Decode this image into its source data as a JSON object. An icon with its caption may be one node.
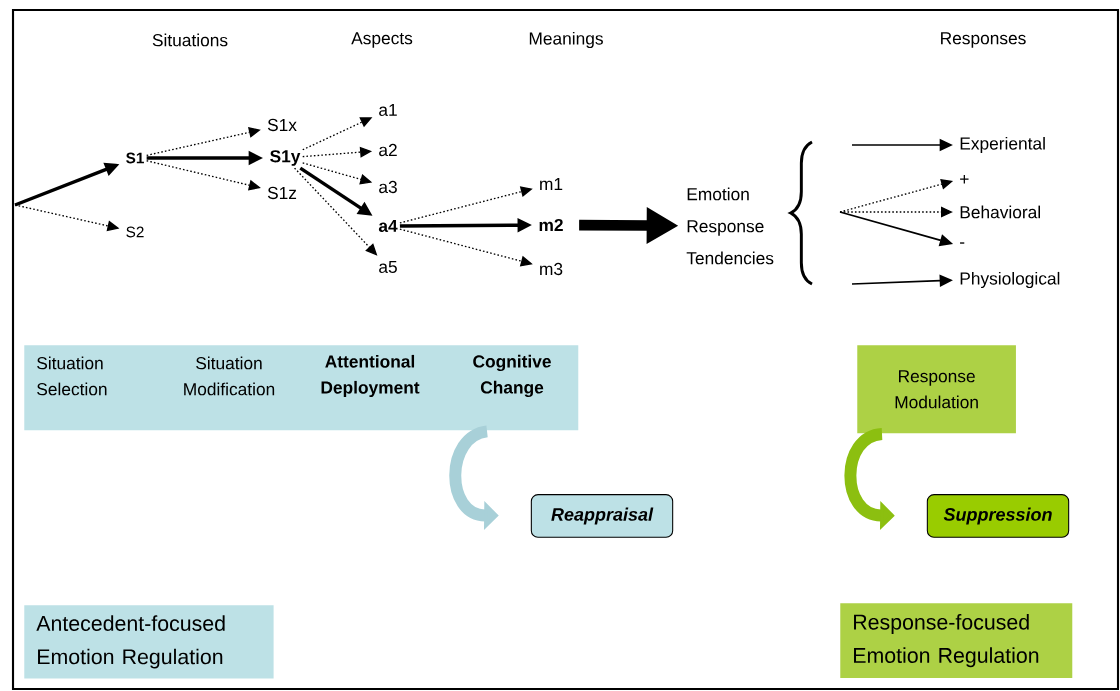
{
  "diagram": {
    "nodes": [
      {
        "text": [
          "S1"
        ]
      },
      {
        "text": [
          "S2"
        ]
      },
      {
        "text": [
          "S1x"
        ]
      },
      {
        "text": [
          "S1y"
        ]
      },
      {
        "text": [
          "S1z"
        ]
      },
      {
        "text": [
          "a1"
        ]
      },
      {
        "text": [
          "a2"
        ]
      },
      {
        "text": [
          "a3"
        ]
      },
      {
        "text": [
          "a4"
        ]
      },
      {
        "text": [
          "a5"
        ]
      },
      {
        "text": [
          "m1"
        ]
      },
      {
        "text": [
          "m2"
        ]
      },
      {
        "text": [
          "m3"
        ]
      },
      {
        "text": [
          "Emotion Response Tendencies"
        ]
      },
      {
        "text": [
          "Experiental"
        ]
      },
      {
        "text": [
          "+"
        ]
      },
      {
        "text": [
          "Behavioral"
        ]
      },
      {
        "text": [
          "-"
        ]
      },
      {
        "text": [
          "Physiological"
        ]
      },
      {
        "text": [
          "Situation Selection",
          "Situation Modification",
          "Attentional Deployment",
          "Cognitive Change"
        ]
      },
      {
        "text": [
          "Response Modulation"
        ]
      },
      {
        "text": [
          "Reappraisal"
        ]
      },
      {
        "text": [
          "Suppression"
        ]
      },
      {
        "text": [
          "Antecedent-focused Emotion Regulation"
        ]
      },
      {
        "text": [
          "Response-focused Emotion Regulation"
        ]
      }
    ],
    "edges": [
      {
        "from": null,
        "to": 0,
        "arrow": "to",
        "style": "thick"
      },
      {
        "from": null,
        "to": 1,
        "arrow": "to",
        "style": "dashed"
      },
      {
        "from": 0,
        "to": 2,
        "arrow": "to",
        "style": "dashed"
      },
      {
        "from": 0,
        "to": 3,
        "arrow": "to",
        "style": "thick"
      },
      {
        "from": 0,
        "to": 4,
        "arrow": "to",
        "style": "dashed"
      },
      {
        "from": 3,
        "to": 5,
        "arrow": "to",
        "style": "dashed"
      },
      {
        "from": 3,
        "to": 6,
        "arrow": "to",
        "style": "dashed"
      },
      {
        "from": 3,
        "to": 7,
        "arrow": "to",
        "style": "dashed"
      },
      {
        "from": 3,
        "to": 8,
        "arrow": "to",
        "style": "thick"
      },
      {
        "from": 3,
        "to": 9,
        "arrow": "to",
        "style": "dashed"
      },
      {
        "from": 8,
        "to": 10,
        "arrow": "to",
        "style": "dashed"
      },
      {
        "from": 8,
        "to": 11,
        "arrow": "to",
        "style": "thick"
      },
      {
        "from": 8,
        "to": 12,
        "arrow": "to",
        "style": "dashed"
      },
      {
        "from": 11,
        "to": 13,
        "arrow": "to",
        "style": "thick"
      },
      {
        "from": null,
        "to": 14,
        "arrow": "to"
      },
      {
        "from": null,
        "to": 15,
        "arrow": "to",
        "style": "dashed"
      },
      {
        "from": null,
        "to": 16,
        "arrow": "to",
        "style": "dashed"
      },
      {
        "from": null,
        "to": 17,
        "arrow": "to"
      },
      {
        "from": null,
        "to": 18,
        "arrow": "to"
      },
      {
        "from": 19,
        "to": 21,
        "arrow": "to",
        "style": "thick",
        "color": "#a8d0d8"
      },
      {
        "from": 20,
        "to": 22,
        "arrow": "to",
        "style": "thick",
        "color": "#8cbf10"
      }
    ],
    "labels": [
      "Situations",
      "Aspects",
      "Meanings",
      "Responses"
    ]
  }
}
